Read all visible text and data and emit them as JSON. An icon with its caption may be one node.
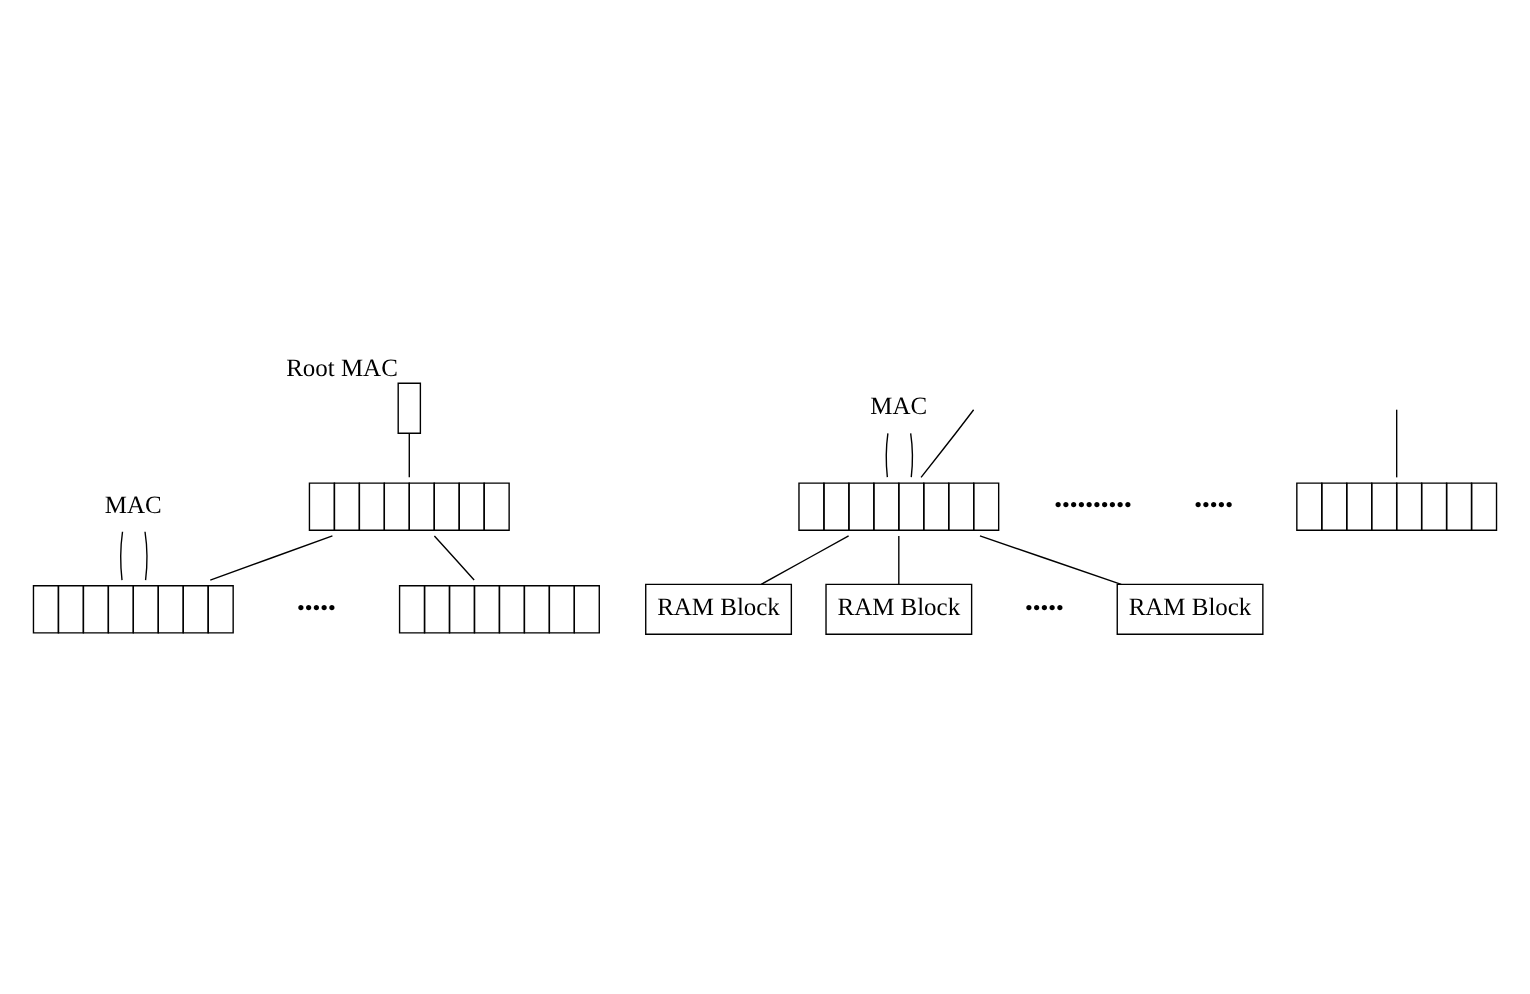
{
  "diagram": {
    "nodes": [
      {
        "text": [],
        "shape": "box",
        "beside": [
          "Root MAC"
        ]
      },
      {
        "text": [],
        "shape": "bar"
      },
      {
        "text": [
          "MAC"
        ]
      },
      {
        "text": [],
        "shape": "bar"
      },
      {
        "text": [],
        "shape": "bar"
      },
      {
        "text": [
          "MAC"
        ]
      },
      {
        "text": [],
        "shape": "bar"
      },
      {
        "text": [],
        "shape": "bar"
      },
      {
        "text": [
          "RAM Block"
        ]
      },
      {
        "text": [
          "RAM Block"
        ]
      },
      {
        "text": [
          "RAM Block"
        ]
      }
    ],
    "edges": [
      {
        "from": 0,
        "to": 1,
        "arrow": "none"
      },
      {
        "from": 1,
        "to": 3,
        "arrow": "none"
      },
      {
        "from": 1,
        "to": 4,
        "arrow": "none"
      },
      {
        "from": 2,
        "to": 3,
        "arrow": "none"
      },
      {
        "from": 2,
        "to": 3,
        "arrow": "none"
      },
      {
        "from": null,
        "to": 6,
        "arrow": "none"
      },
      {
        "from": null,
        "to": 7,
        "arrow": "none"
      },
      {
        "from": 5,
        "to": 6,
        "arrow": "none"
      },
      {
        "from": 5,
        "to": 6,
        "arrow": "none"
      },
      {
        "from": 6,
        "to": 8,
        "arrow": "none"
      },
      {
        "from": 6,
        "to": 9,
        "arrow": "none"
      },
      {
        "from": 6,
        "to": 10,
        "arrow": "none"
      }
    ],
    "labels": [
      "•••••",
      "••••••••••",
      "•••••",
      "•••••"
    ]
  }
}
